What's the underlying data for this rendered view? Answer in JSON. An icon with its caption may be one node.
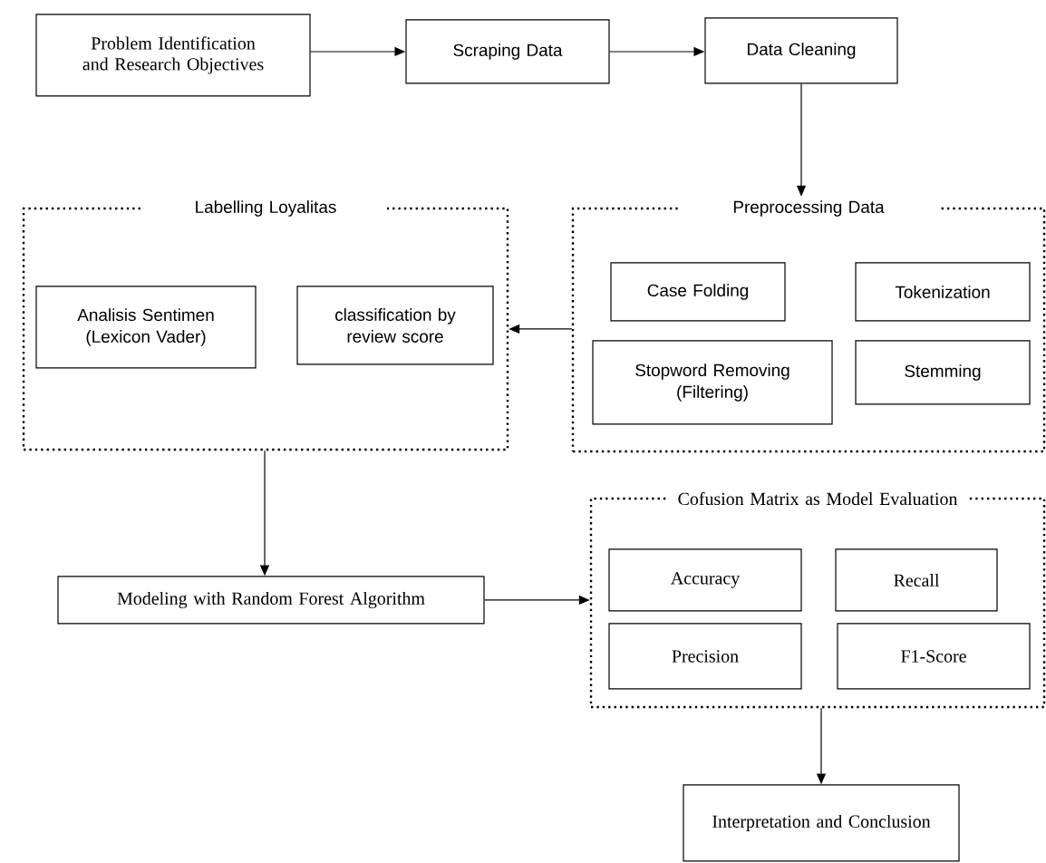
{
  "diagram": {
    "nodes": [
      {
        "text": [
          "Problem Identification and Research Objectives"
        ]
      },
      {
        "text": [
          "Scraping Data"
        ]
      },
      {
        "text": [
          "Data Cleaning"
        ]
      },
      {
        "text": [
          "Labelling Loyalitas"
        ]
      },
      {
        "text": [
          "Analisis Sentimen (Lexicon Vader)"
        ],
        "in": 3
      },
      {
        "text": [
          "classification by review score"
        ],
        "in": 3
      },
      {
        "text": [
          "Preprocessing Data"
        ]
      },
      {
        "text": [
          "Case Folding"
        ],
        "in": 6
      },
      {
        "text": [
          "Tokenization"
        ],
        "in": 6
      },
      {
        "text": [
          "Stopword Removing (Filtering)"
        ],
        "in": 6
      },
      {
        "text": [
          "Stemming"
        ],
        "in": 6
      },
      {
        "text": [
          "Modeling with Random Forest Algorithm"
        ]
      },
      {
        "text": [
          "Cofusion Matrix as Model Evaluation"
        ]
      },
      {
        "text": [
          "Accuracy"
        ],
        "in": 12
      },
      {
        "text": [
          "Recall"
        ],
        "in": 12
      },
      {
        "text": [
          "Precision"
        ],
        "in": 12
      },
      {
        "text": [
          "F1-Score"
        ],
        "in": 12
      },
      {
        "text": [
          "Interpretation and Conclusion"
        ]
      }
    ],
    "edges": [
      {
        "from": 0,
        "to": 1,
        "arrow": "to"
      },
      {
        "from": 1,
        "to": 2,
        "arrow": "to"
      },
      {
        "from": 2,
        "to": 6,
        "arrow": "to"
      },
      {
        "from": 6,
        "to": 3,
        "arrow": "to"
      },
      {
        "from": 3,
        "to": 11,
        "arrow": "to"
      },
      {
        "from": 11,
        "to": 12,
        "arrow": "to"
      },
      {
        "from": 12,
        "to": 17,
        "arrow": "to"
      }
    ]
  }
}
